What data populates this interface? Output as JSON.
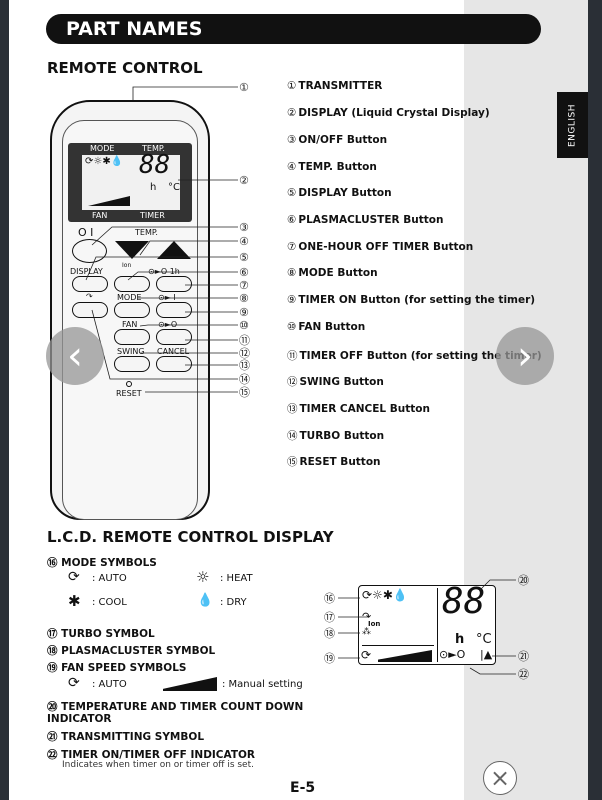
{
  "header": {
    "title": "PART NAMES",
    "language_tab": "ENGLISH"
  },
  "remote_section": {
    "heading": "REMOTE CONTROL",
    "parts": [
      {
        "num": "①",
        "label": "TRANSMITTER"
      },
      {
        "num": "②",
        "label": "DISPLAY (Liquid Crystal Display)"
      },
      {
        "num": "③",
        "label": "ON/OFF Button"
      },
      {
        "num": "④",
        "label": "TEMP. Button"
      },
      {
        "num": "⑤",
        "label": "DISPLAY Button"
      },
      {
        "num": "⑥",
        "label": "PLASMACLUSTER Button"
      },
      {
        "num": "⑦",
        "label": "ONE-HOUR OFF TIMER Button"
      },
      {
        "num": "⑧",
        "label": "MODE Button"
      },
      {
        "num": "⑨",
        "label": "TIMER ON Button (for setting the timer)"
      },
      {
        "num": "⑩",
        "label": "FAN Button"
      },
      {
        "num": "⑪",
        "label": "TIMER OFF Button (for setting the timer)"
      },
      {
        "num": "⑫",
        "label": "SWING Button"
      },
      {
        "num": "⑬",
        "label": "TIMER CANCEL Button"
      },
      {
        "num": "⑭",
        "label": "TURBO Button"
      },
      {
        "num": "⑮",
        "label": "RESET Button"
      }
    ],
    "remote_labels": {
      "mode": "MODE",
      "temp": "TEMP.",
      "fan": "FAN",
      "timer": "TIMER",
      "digits": "88",
      "hour": "h",
      "celsius": "°C",
      "onoff": "O I",
      "temp_btn": "TEMP.",
      "display": "DISPLAY",
      "ion": "Ion",
      "one_hour": "⊙►O 1h",
      "mode_btn": "MODE",
      "timer_on": "⊙► I",
      "fan_btn": "FAN",
      "timer_off": "⊙►O",
      "swing": "SWING",
      "cancel": "CANCEL",
      "reset": "RESET"
    }
  },
  "lcd_section": {
    "heading": "L.C.D. REMOTE CONTROL DISPLAY",
    "mode_symbols": {
      "num": "⑯",
      "title": "MODE SYMBOLS",
      "auto": ": AUTO",
      "heat": ": HEAT",
      "cool": ": COOL",
      "dry": ": DRY"
    },
    "turbo": {
      "num": "⑰",
      "title": "TURBO SYMBOL"
    },
    "plasmacluster": {
      "num": "⑱",
      "title": "PLASMACLUSTER SYMBOL"
    },
    "fan_speed": {
      "num": "⑲",
      "title": "FAN SPEED SYMBOLS",
      "auto": ": AUTO",
      "manual": ": Manual setting"
    },
    "temp_timer": {
      "num": "⑳",
      "title": "TEMPERATURE AND TIMER COUNT DOWN INDICATOR"
    },
    "transmitting": {
      "num": "㉑",
      "title": "TRANSMITTING SYMBOL"
    },
    "timer_indicator": {
      "num": "㉒",
      "title": "TIMER ON/TIMER OFF INDICATOR",
      "desc": "Indicates when timer on or timer off is set."
    },
    "diagram": {
      "digits": "88",
      "hour": "h",
      "celsius": "°C",
      "ion": "Ion"
    }
  },
  "footer": {
    "page": "E-5"
  },
  "viewer": {
    "prev": "‹",
    "next": "›",
    "close": "×"
  }
}
